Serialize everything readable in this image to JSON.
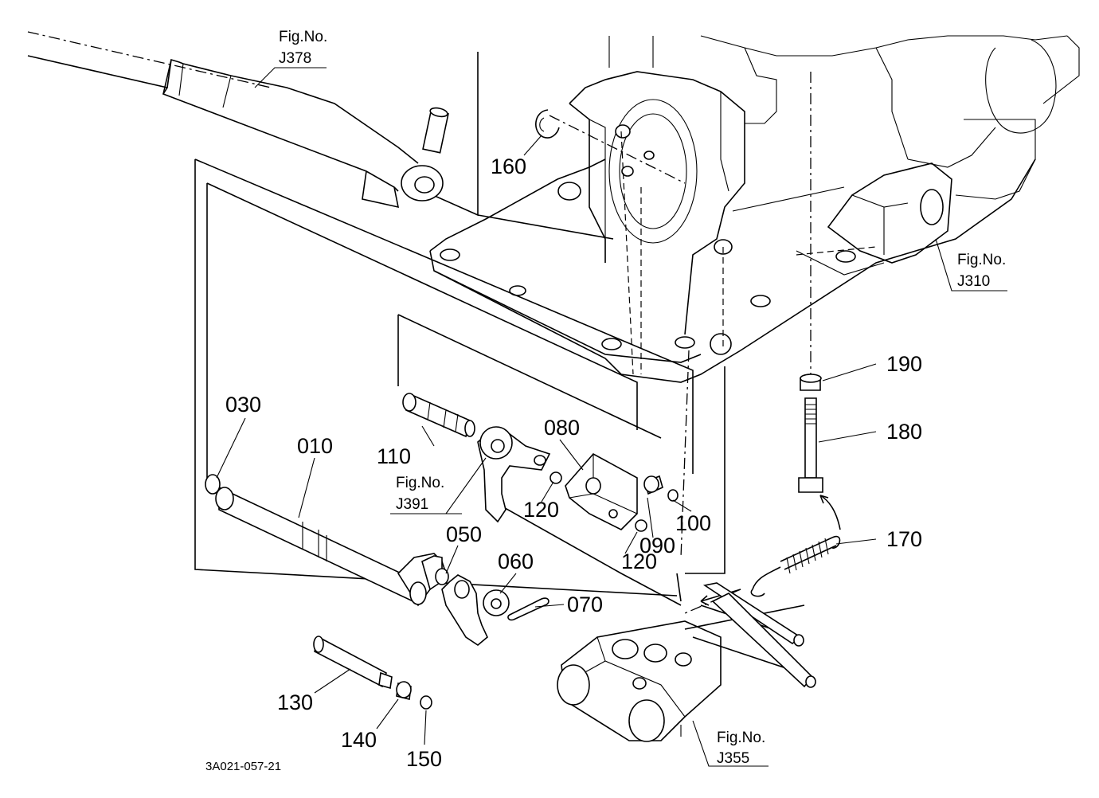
{
  "figure_refs": {
    "j378": {
      "line1": "Fig.No.",
      "line2": "J378"
    },
    "j310": {
      "line1": "Fig.No.",
      "line2": "J310"
    },
    "j391": {
      "line1": "Fig.No.",
      "line2": "J391"
    },
    "j355": {
      "line1": "Fig.No.",
      "line2": "J355"
    }
  },
  "part_numbers": {
    "p010": "010",
    "p030": "030",
    "p050": "050",
    "p060": "060",
    "p070": "070",
    "p080": "080",
    "p090": "090",
    "p100": "100",
    "p110": "110",
    "p120a": "120",
    "p120b": "120",
    "p130": "130",
    "p140": "140",
    "p150": "150",
    "p160": "160",
    "p170": "170",
    "p180": "180",
    "p190": "190"
  },
  "drawing_code": "3A021-057-21"
}
